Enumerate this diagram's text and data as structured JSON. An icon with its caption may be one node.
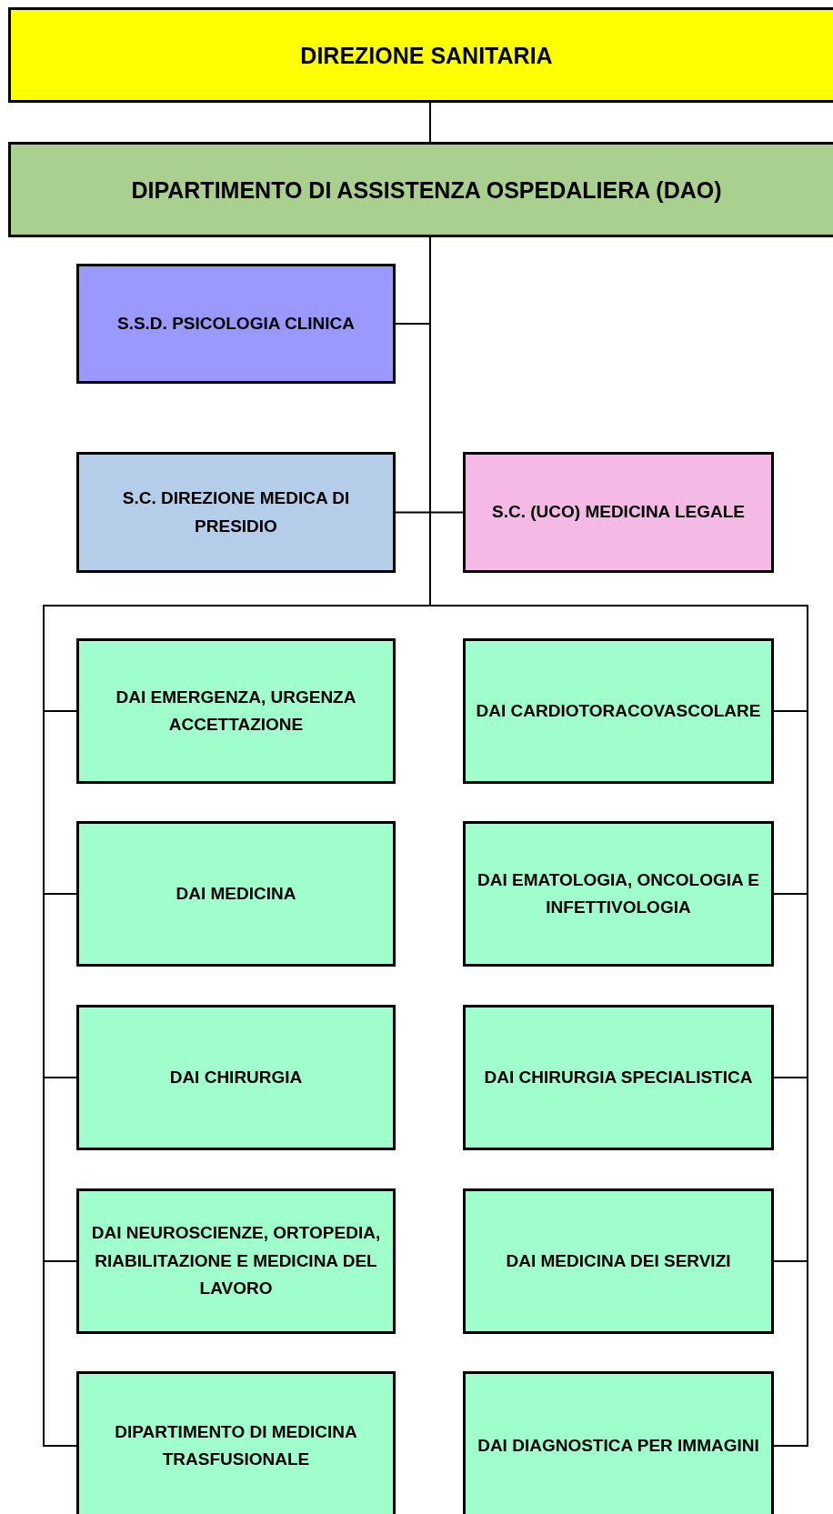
{
  "diagram": {
    "nodes": [
      {
        "text": [
          "DIREZIONE SANITARIA"
        ]
      },
      {
        "text": [
          "DIPARTIMENTO DI ASSISTENZA OSPEDALIERA (DAO)"
        ]
      },
      {
        "text": [
          "S.S.D. PSICOLOGIA CLINICA"
        ]
      },
      {
        "text": [
          "S.C. DIREZIONE MEDICA DI PRESIDIO"
        ]
      },
      {
        "text": [
          "S.C. (UCO) MEDICINA LEGALE"
        ]
      },
      {
        "text": [
          "DAI EMERGENZA, URGENZA ACCETTAZIONE"
        ]
      },
      {
        "text": [
          "DAI CARDIOTORACOVASCOLARE"
        ]
      },
      {
        "text": [
          "DAI MEDICINA"
        ]
      },
      {
        "text": [
          "DAI EMATOLOGIA, ONCOLOGIA E INFETTIVOLOGIA"
        ]
      },
      {
        "text": [
          "DAI CHIRURGIA"
        ]
      },
      {
        "text": [
          "DAI CHIRURGIA SPECIALISTICA"
        ]
      },
      {
        "text": [
          "DAI NEUROSCIENZE, ORTOPEDIA, RIABILITAZIONE E MEDICINA DEL LAVORO"
        ]
      },
      {
        "text": [
          "DAI MEDICINA DEI SERVIZI"
        ]
      },
      {
        "text": [
          "DIPARTIMENTO DI MEDICINA TRASFUSIONALE"
        ]
      },
      {
        "text": [
          "DAI DIAGNOSTICA PER IMMAGINI"
        ]
      }
    ],
    "edges": [
      {
        "from": 0,
        "to": 1,
        "arrow": "none"
      },
      {
        "from": 1,
        "to": 2,
        "arrow": "none"
      },
      {
        "from": 1,
        "to": 3,
        "arrow": "none"
      },
      {
        "from": 1,
        "to": 4,
        "arrow": "none"
      },
      {
        "from": 1,
        "to": 5,
        "arrow": "none"
      },
      {
        "from": 1,
        "to": 6,
        "arrow": "none"
      },
      {
        "from": 1,
        "to": 7,
        "arrow": "none"
      },
      {
        "from": 1,
        "to": 8,
        "arrow": "none"
      },
      {
        "from": 1,
        "to": 9,
        "arrow": "none"
      },
      {
        "from": 1,
        "to": 10,
        "arrow": "none"
      },
      {
        "from": 1,
        "to": 11,
        "arrow": "none"
      },
      {
        "from": 1,
        "to": 12,
        "arrow": "none"
      },
      {
        "from": 1,
        "to": 13,
        "arrow": "none"
      },
      {
        "from": 1,
        "to": 14,
        "arrow": "none"
      }
    ]
  }
}
